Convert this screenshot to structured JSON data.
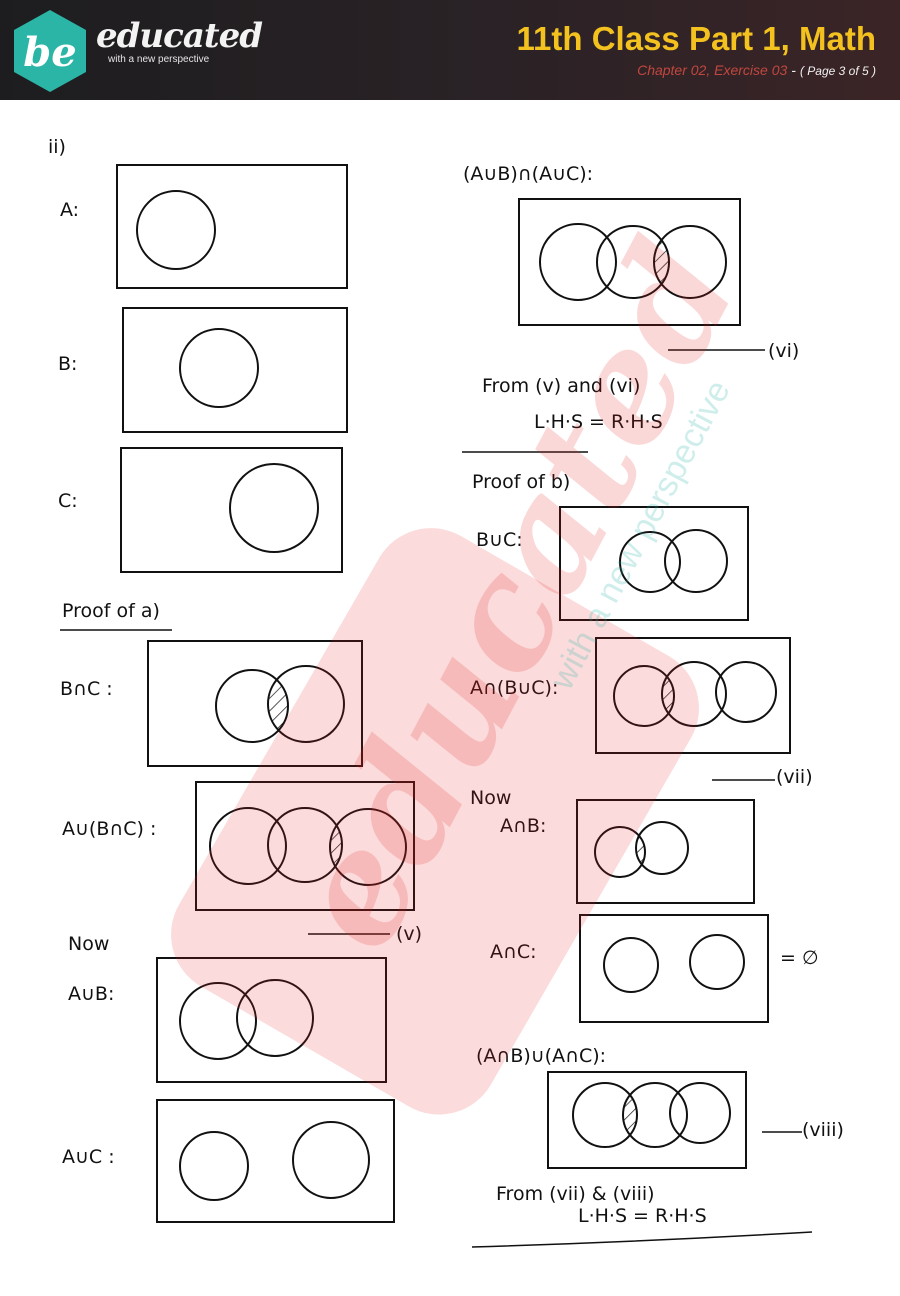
{
  "header": {
    "brand": "educated",
    "logo_mark": "be",
    "tagline": "with a new perspective",
    "title": "11th Class Part 1, Math",
    "chapter": "Chapter 02, Exercise 03",
    "separator": "-",
    "page": "( Page 3 of 5 )",
    "colors": {
      "title": "#f4c21f",
      "chapter": "#c2473e",
      "logo": "#2bb5a6"
    }
  },
  "labels": {
    "part": "ii)",
    "a": "A:",
    "b": "B:",
    "c": "C:",
    "proof_a": "Proof of a)",
    "b_int_c": "B∩C :",
    "a_union_b_int_c": "A∪(B∩C) :",
    "mark_v": "(v)",
    "now1": "Now",
    "a_union_b": "A∪B:",
    "a_union_c": "A∪C :",
    "aub_int_auc": "(A∪B)∩(A∪C):",
    "mark_vi": "(vi)",
    "from_v_vi": "From (v) and (vi)",
    "lhs_rhs_1": "L·H·S = R·H·S",
    "proof_b": "Proof of b)",
    "b_union_c": "B∪C:",
    "a_int_b_union_c": "A∩(B∪C):",
    "mark_vii": "(vii)",
    "now2": "Now",
    "a_int_b": "A∩B:",
    "a_int_c": "A∩C:",
    "empty_set": "= ∅",
    "aib_union_aic": "(A∩B)∪(A∩C):",
    "mark_viii": "(viii)",
    "from_vii_viii": "From (vii) & (viii)",
    "lhs_rhs_2": "L·H·S = R·H·S"
  }
}
